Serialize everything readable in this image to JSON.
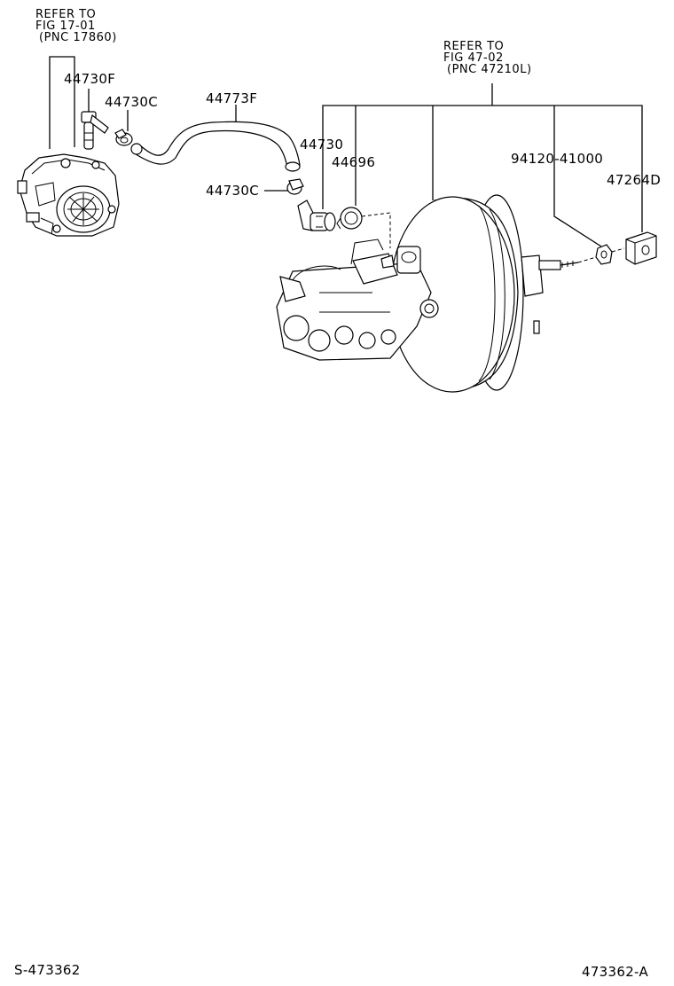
{
  "references": {
    "throttle_body": {
      "line1": "REFER TO",
      "line2": "FIG 17-01",
      "line3": "(PNC 17860)"
    },
    "brake_booster": {
      "line1": "REFER TO",
      "line2": "FIG 47-02",
      "line3": "(PNC 47210L)"
    }
  },
  "parts": {
    "union_f": "44730F",
    "clamp_c_upper": "44730C",
    "hose_f": "44773F",
    "clamp_c_lower": "44730C",
    "check_valve": "44730",
    "grommet": "44696",
    "nut": "94120-41000",
    "bracket": "47264D"
  },
  "footer": {
    "left_code": "S-473362",
    "right_code": "473362-A"
  }
}
